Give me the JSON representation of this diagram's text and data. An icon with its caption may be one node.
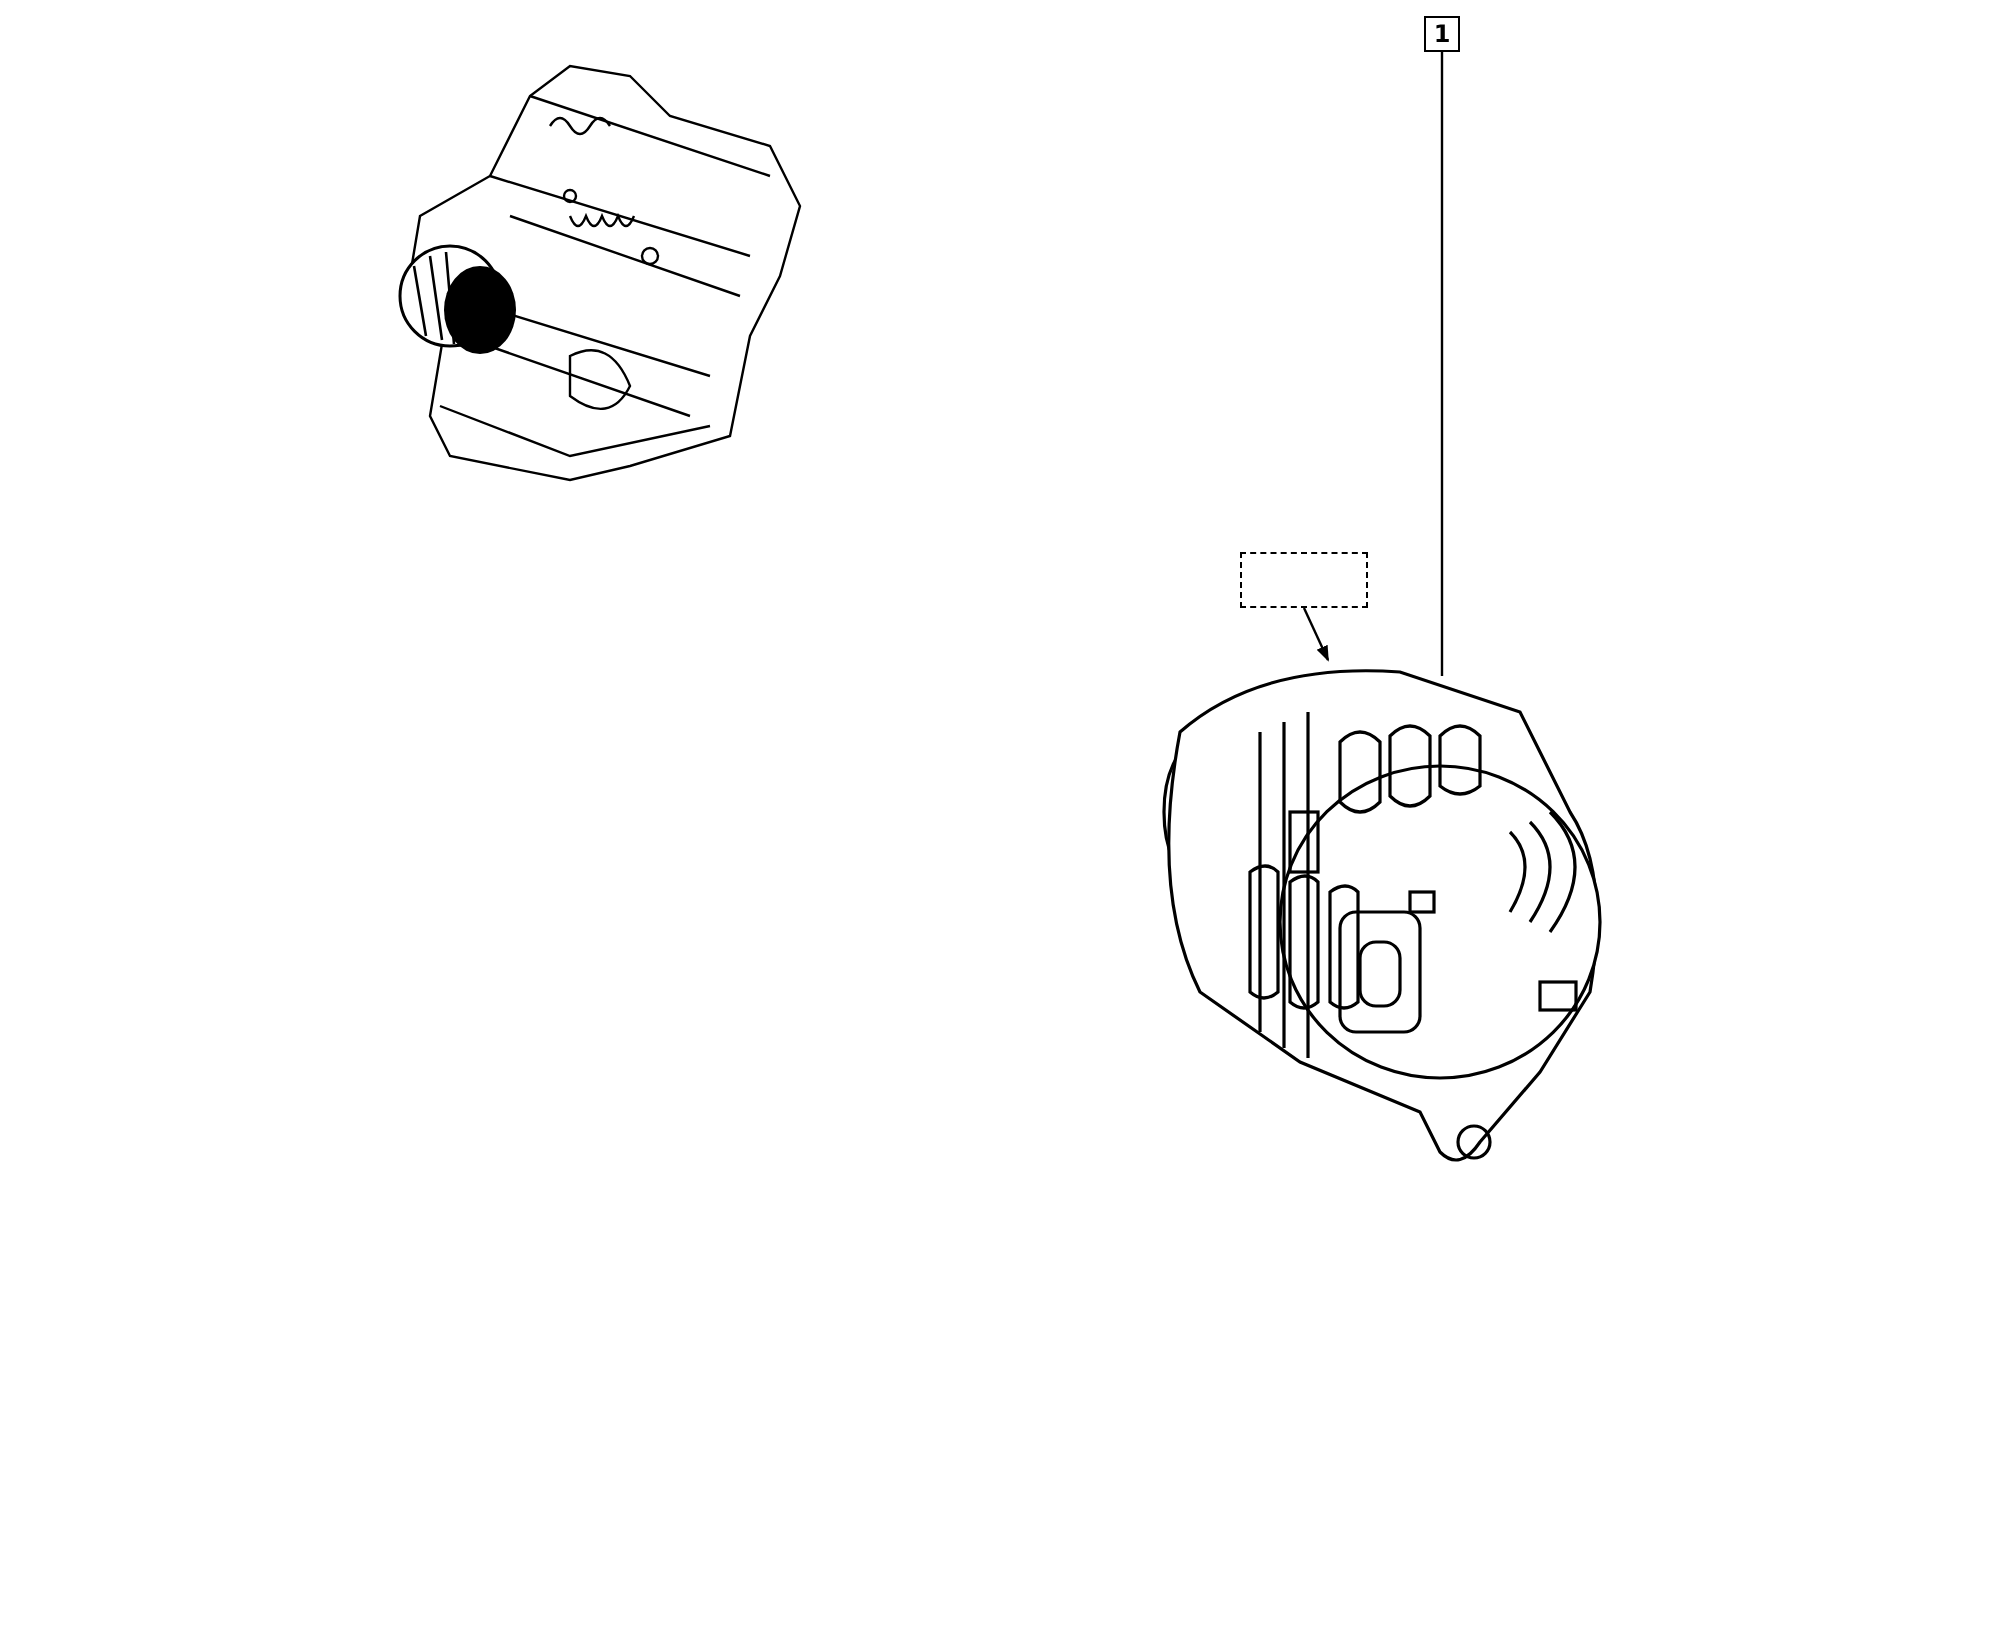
{
  "diagram": {
    "nodes": [
      {
        "text": [],
        "shape": "picture"
      },
      {
        "text": [
          "1"
        ]
      },
      {
        "text": [],
        "shape": "box"
      },
      {
        "text": [],
        "shape": "picture"
      }
    ],
    "edges": [
      {
        "from": 1,
        "to": 3,
        "arrow": "none"
      },
      {
        "from": 2,
        "to": 3,
        "arrow": "to"
      }
    ]
  }
}
